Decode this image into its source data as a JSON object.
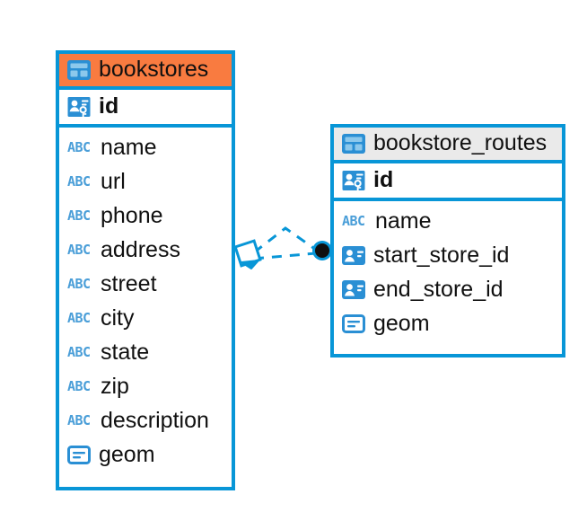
{
  "diagram": {
    "type": "entity-relationship-diagram",
    "background_color": "#ffffff",
    "accent_color": "#0896d7",
    "highlight_color": "#f97b40",
    "entities": [
      {
        "name": "bookstores",
        "header_style": "orange",
        "table_icon": "table-icon",
        "primary_key": {
          "label": "id",
          "icon": "primary-key-icon"
        },
        "fields": [
          {
            "label": "name",
            "icon": "abc-icon",
            "type": "text"
          },
          {
            "label": "url",
            "icon": "abc-icon",
            "type": "text"
          },
          {
            "label": "phone",
            "icon": "abc-icon",
            "type": "text"
          },
          {
            "label": "address",
            "icon": "abc-icon",
            "type": "text"
          },
          {
            "label": "street",
            "icon": "abc-icon",
            "type": "text"
          },
          {
            "label": "city",
            "icon": "abc-icon",
            "type": "text"
          },
          {
            "label": "state",
            "icon": "abc-icon",
            "type": "text"
          },
          {
            "label": "zip",
            "icon": "abc-icon",
            "type": "text"
          },
          {
            "label": "description",
            "icon": "abc-icon",
            "type": "text"
          },
          {
            "label": "geom",
            "icon": "geometry-icon",
            "type": "geometry"
          }
        ]
      },
      {
        "name": "bookstore_routes",
        "header_style": "grey",
        "table_icon": "table-icon",
        "primary_key": {
          "label": "id",
          "icon": "primary-key-icon"
        },
        "fields": [
          {
            "label": "name",
            "icon": "abc-icon",
            "type": "text"
          },
          {
            "label": "start_store_id",
            "icon": "foreign-key-icon",
            "type": "foreign-key"
          },
          {
            "label": "end_store_id",
            "icon": "foreign-key-icon",
            "type": "foreign-key"
          },
          {
            "label": "geom",
            "icon": "geometry-icon",
            "type": "geometry"
          }
        ]
      }
    ],
    "relationships": [
      {
        "from": "bookstores",
        "to": "bookstore_routes",
        "from_marker": "diamond",
        "to_marker": "filled-circle",
        "line_style": "dashed",
        "color": "#0896d7"
      },
      {
        "from": "bookstores",
        "to": "bookstore_routes",
        "from_marker": "diamond",
        "to_marker": "filled-circle",
        "line_style": "dashed",
        "color": "#0896d7"
      }
    ],
    "abc_glyph": "ABC"
  }
}
